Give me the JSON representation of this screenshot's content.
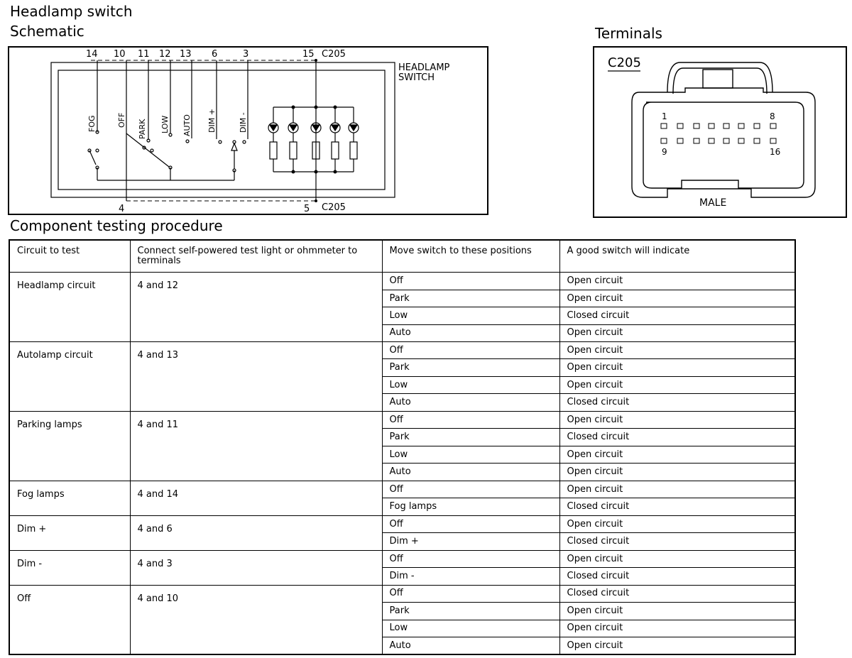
{
  "titles": {
    "main": "Headlamp switch",
    "schematic": "Schematic",
    "terminals": "Terminals",
    "procedure": "Component testing procedure"
  },
  "schematic": {
    "switch_label_line1": "HEADLAMP",
    "switch_label_line2": "SWITCH",
    "top_pins": [
      "14",
      "10",
      "11",
      "12",
      "13",
      "6",
      "3",
      "15"
    ],
    "top_connector": "C205",
    "bottom_pins": [
      "4",
      "5"
    ],
    "bottom_connector": "C205",
    "positions": [
      "FOG",
      "OFF",
      "PARK",
      "LOW",
      "AUTO",
      "DIM +",
      "DIM -"
    ]
  },
  "terminals": {
    "connector": "C205",
    "pin_top_left": "1",
    "pin_top_right": "8",
    "pin_bottom_left": "9",
    "pin_bottom_right": "16",
    "gender": "MALE"
  },
  "table": {
    "headers": {
      "circuit": "Circuit to test",
      "connect": "Connect self-powered test light or ohmmeter to terminals",
      "move": "Move switch to these positions",
      "indicate": "A good switch will indicate"
    },
    "groups": [
      {
        "circuit": "Headlamp circuit",
        "terminals": "4 and 12",
        "rows": [
          {
            "position": "Off",
            "result": "Open circuit"
          },
          {
            "position": "Park",
            "result": "Open circuit"
          },
          {
            "position": "Low",
            "result": "Closed circuit"
          },
          {
            "position": "Auto",
            "result": "Open circuit"
          }
        ]
      },
      {
        "circuit": "Autolamp circuit",
        "terminals": "4 and 13",
        "rows": [
          {
            "position": "Off",
            "result": "Open circuit"
          },
          {
            "position": "Park",
            "result": "Open circuit"
          },
          {
            "position": "Low",
            "result": "Open circuit"
          },
          {
            "position": "Auto",
            "result": "Closed circuit"
          }
        ]
      },
      {
        "circuit": "Parking lamps",
        "terminals": "4 and 11",
        "rows": [
          {
            "position": "Off",
            "result": "Open circuit"
          },
          {
            "position": "Park",
            "result": "Closed circuit"
          },
          {
            "position": "Low",
            "result": "Open circuit"
          },
          {
            "position": "Auto",
            "result": "Open circuit"
          }
        ]
      },
      {
        "circuit": "Fog lamps",
        "terminals": "4 and 14",
        "rows": [
          {
            "position": "Off",
            "result": "Open circuit"
          },
          {
            "position": "Fog lamps",
            "result": "Closed circuit"
          }
        ]
      },
      {
        "circuit": "Dim +",
        "terminals": "4 and 6",
        "rows": [
          {
            "position": "Off",
            "result": "Open circuit"
          },
          {
            "position": "Dim +",
            "result": "Closed circuit"
          }
        ]
      },
      {
        "circuit": "Dim -",
        "terminals": "4 and 3",
        "rows": [
          {
            "position": "Off",
            "result": "Open circuit"
          },
          {
            "position": "Dim -",
            "result": "Closed circuit"
          }
        ]
      },
      {
        "circuit": "Off",
        "terminals": "4 and 10",
        "rows": [
          {
            "position": "Off",
            "result": "Closed circuit"
          },
          {
            "position": "Park",
            "result": "Open circuit"
          },
          {
            "position": "Low",
            "result": "Open circuit"
          },
          {
            "position": "Auto",
            "result": "Open circuit"
          }
        ]
      }
    ]
  }
}
